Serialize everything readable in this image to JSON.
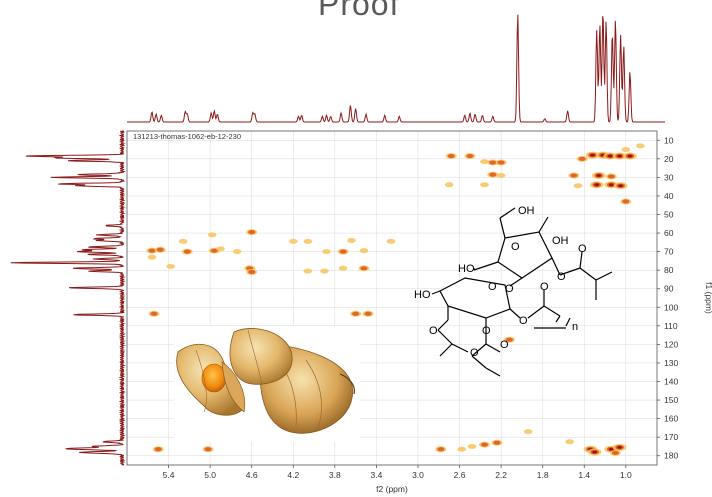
{
  "watermark": "Proof",
  "spectrum_id": "131213-thomas-1062-eb-12-230",
  "colors": {
    "trace": "#8b1a1a",
    "peak_outer": "#f7c35a",
    "peak_mid": "#e0672a",
    "peak_core": "#9b1010",
    "frame": "#555555",
    "grid": "#d8d8d8"
  },
  "chart_data": {
    "type": "heatmap",
    "subtype": "2D NMR (HMBC-style) correlation spectrum",
    "xlabel": "f2 (ppm)",
    "ylabel": "f1 (ppm)",
    "xlim": [
      5.8,
      0.7
    ],
    "ylim": [
      5,
      185
    ],
    "x_reversed": true,
    "x_ticks": [
      5.4,
      5.0,
      4.6,
      4.2,
      3.8,
      3.4,
      3.0,
      2.6,
      2.2,
      1.8,
      1.4,
      1.0
    ],
    "x_tick_labels": [
      "5.4",
      "5.0",
      "4.6",
      "4.2",
      "3.8",
      "3.4",
      "3.0",
      "2.6",
      "2.2",
      "1.8",
      "1.4",
      "1.0"
    ],
    "y_ticks": [
      10,
      20,
      30,
      40,
      50,
      60,
      70,
      80,
      90,
      100,
      110,
      120,
      130,
      140,
      150,
      160,
      170,
      180
    ],
    "y_tick_labels": [
      "10",
      "20",
      "30",
      "40",
      "50",
      "60",
      "70",
      "80",
      "90",
      "100",
      "110",
      "120",
      "130",
      "140",
      "150",
      "160",
      "170",
      "180"
    ],
    "grid": true,
    "cross_peaks": [
      {
        "x": 2.68,
        "y": 18.5,
        "i": 2
      },
      {
        "x": 2.5,
        "y": 18.5,
        "i": 2
      },
      {
        "x": 2.36,
        "y": 21.5,
        "i": 1
      },
      {
        "x": 2.28,
        "y": 22,
        "i": 2
      },
      {
        "x": 2.2,
        "y": 22,
        "i": 2
      },
      {
        "x": 2.28,
        "y": 28.5,
        "i": 2
      },
      {
        "x": 2.2,
        "y": 29,
        "i": 1
      },
      {
        "x": 2.36,
        "y": 34,
        "i": 1
      },
      {
        "x": 2.7,
        "y": 34,
        "i": 1
      },
      {
        "x": 1.32,
        "y": 18,
        "i": 3
      },
      {
        "x": 1.22,
        "y": 18,
        "i": 3
      },
      {
        "x": 1.15,
        "y": 18.5,
        "i": 3
      },
      {
        "x": 1.06,
        "y": 18.5,
        "i": 3
      },
      {
        "x": 0.96,
        "y": 18.5,
        "i": 3
      },
      {
        "x": 1.42,
        "y": 20,
        "i": 2
      },
      {
        "x": 1.0,
        "y": 15,
        "i": 1
      },
      {
        "x": 0.86,
        "y": 13,
        "i": 1
      },
      {
        "x": 1.5,
        "y": 29,
        "i": 2
      },
      {
        "x": 1.26,
        "y": 29,
        "i": 3
      },
      {
        "x": 1.14,
        "y": 29.5,
        "i": 2
      },
      {
        "x": 1.28,
        "y": 34,
        "i": 3
      },
      {
        "x": 1.14,
        "y": 34,
        "i": 3
      },
      {
        "x": 1.05,
        "y": 34.5,
        "i": 3
      },
      {
        "x": 1.46,
        "y": 34.5,
        "i": 1
      },
      {
        "x": 1.0,
        "y": 43,
        "i": 2
      },
      {
        "x": 4.98,
        "y": 61,
        "i": 1
      },
      {
        "x": 4.6,
        "y": 59.5,
        "i": 2
      },
      {
        "x": 5.56,
        "y": 69.5,
        "i": 2
      },
      {
        "x": 5.48,
        "y": 69,
        "i": 2
      },
      {
        "x": 5.22,
        "y": 70,
        "i": 2
      },
      {
        "x": 5.26,
        "y": 64.5,
        "i": 1
      },
      {
        "x": 4.96,
        "y": 69.5,
        "i": 2
      },
      {
        "x": 4.9,
        "y": 68.5,
        "i": 1
      },
      {
        "x": 4.74,
        "y": 70,
        "i": 1
      },
      {
        "x": 4.2,
        "y": 64.5,
        "i": 1
      },
      {
        "x": 4.06,
        "y": 64.5,
        "i": 1
      },
      {
        "x": 3.88,
        "y": 70,
        "i": 1
      },
      {
        "x": 3.72,
        "y": 70,
        "i": 2
      },
      {
        "x": 3.64,
        "y": 64,
        "i": 1
      },
      {
        "x": 3.52,
        "y": 69.5,
        "i": 1
      },
      {
        "x": 3.26,
        "y": 64.5,
        "i": 1
      },
      {
        "x": 5.56,
        "y": 73,
        "i": 1
      },
      {
        "x": 5.38,
        "y": 78,
        "i": 1
      },
      {
        "x": 4.62,
        "y": 79,
        "i": 2
      },
      {
        "x": 4.6,
        "y": 81,
        "i": 2
      },
      {
        "x": 3.72,
        "y": 79,
        "i": 1
      },
      {
        "x": 3.52,
        "y": 79,
        "i": 2
      },
      {
        "x": 4.06,
        "y": 80.5,
        "i": 1
      },
      {
        "x": 3.9,
        "y": 80.5,
        "i": 1
      },
      {
        "x": 5.54,
        "y": 103.5,
        "i": 2
      },
      {
        "x": 3.6,
        "y": 103.5,
        "i": 2
      },
      {
        "x": 3.48,
        "y": 103.5,
        "i": 2
      },
      {
        "x": 2.12,
        "y": 117.5,
        "i": 2
      },
      {
        "x": 5.5,
        "y": 176.5,
        "i": 2
      },
      {
        "x": 5.02,
        "y": 176.5,
        "i": 2
      },
      {
        "x": 2.78,
        "y": 176.5,
        "i": 2
      },
      {
        "x": 2.58,
        "y": 176.5,
        "i": 1
      },
      {
        "x": 2.48,
        "y": 175,
        "i": 1
      },
      {
        "x": 2.36,
        "y": 174,
        "i": 2
      },
      {
        "x": 2.24,
        "y": 173,
        "i": 2
      },
      {
        "x": 1.94,
        "y": 167,
        "i": 1
      },
      {
        "x": 1.54,
        "y": 172.5,
        "i": 1
      },
      {
        "x": 1.34,
        "y": 176.5,
        "i": 3
      },
      {
        "x": 1.3,
        "y": 178,
        "i": 3
      },
      {
        "x": 1.14,
        "y": 176.5,
        "i": 3
      },
      {
        "x": 1.06,
        "y": 175.5,
        "i": 3
      },
      {
        "x": 1.1,
        "y": 178.5,
        "i": 2
      }
    ],
    "f2_projection_peaks": [
      {
        "x": 5.56,
        "h": 0.09
      },
      {
        "x": 5.52,
        "h": 0.07
      },
      {
        "x": 5.47,
        "h": 0.06
      },
      {
        "x": 5.24,
        "h": 0.09
      },
      {
        "x": 5.22,
        "h": 0.07
      },
      {
        "x": 4.99,
        "h": 0.08
      },
      {
        "x": 4.96,
        "h": 0.1
      },
      {
        "x": 4.93,
        "h": 0.07
      },
      {
        "x": 4.59,
        "h": 0.08
      },
      {
        "x": 4.57,
        "h": 0.07
      },
      {
        "x": 4.15,
        "h": 0.05
      },
      {
        "x": 4.12,
        "h": 0.06
      },
      {
        "x": 3.92,
        "h": 0.05
      },
      {
        "x": 3.88,
        "h": 0.06
      },
      {
        "x": 3.84,
        "h": 0.05
      },
      {
        "x": 3.74,
        "h": 0.08
      },
      {
        "x": 3.65,
        "h": 0.15
      },
      {
        "x": 3.6,
        "h": 0.12
      },
      {
        "x": 3.5,
        "h": 0.07
      },
      {
        "x": 3.32,
        "h": 0.06
      },
      {
        "x": 3.18,
        "h": 0.05
      },
      {
        "x": 2.55,
        "h": 0.06
      },
      {
        "x": 2.5,
        "h": 0.08
      },
      {
        "x": 2.45,
        "h": 0.07
      },
      {
        "x": 2.38,
        "h": 0.06
      },
      {
        "x": 2.28,
        "h": 0.05
      },
      {
        "x": 2.04,
        "h": 0.97
      },
      {
        "x": 1.78,
        "h": 0.03
      },
      {
        "x": 1.56,
        "h": 0.1
      },
      {
        "x": 1.28,
        "h": 0.82
      },
      {
        "x": 1.25,
        "h": 0.88
      },
      {
        "x": 1.22,
        "h": 1.0
      },
      {
        "x": 1.19,
        "h": 0.9
      },
      {
        "x": 1.13,
        "h": 0.8
      },
      {
        "x": 1.1,
        "h": 0.92
      },
      {
        "x": 1.05,
        "h": 0.78
      },
      {
        "x": 1.02,
        "h": 0.68
      },
      {
        "x": 0.96,
        "h": 0.45
      }
    ],
    "f1_projection_peaks": [
      {
        "y": 18.5,
        "h": 0.88
      },
      {
        "y": 19.5,
        "h": 0.6
      },
      {
        "y": 21,
        "h": 0.5
      },
      {
        "y": 28.5,
        "h": 0.4
      },
      {
        "y": 30,
        "h": 0.62
      },
      {
        "y": 33.5,
        "h": 0.56
      },
      {
        "y": 34.5,
        "h": 0.4
      },
      {
        "y": 56,
        "h": 0.15
      },
      {
        "y": 61,
        "h": 0.22
      },
      {
        "y": 63,
        "h": 0.25
      },
      {
        "y": 64,
        "h": 0.22
      },
      {
        "y": 67.5,
        "h": 0.3
      },
      {
        "y": 69,
        "h": 0.35
      },
      {
        "y": 70,
        "h": 0.4
      },
      {
        "y": 71.5,
        "h": 0.3
      },
      {
        "y": 74,
        "h": 0.25
      },
      {
        "y": 76,
        "h": 1.0
      },
      {
        "y": 79,
        "h": 0.45
      },
      {
        "y": 80.5,
        "h": 0.3
      },
      {
        "y": 89.5,
        "h": 0.48
      },
      {
        "y": 104,
        "h": 0.45
      },
      {
        "y": 172.5,
        "h": 0.18
      },
      {
        "y": 175,
        "h": 0.28
      },
      {
        "y": 176,
        "h": 0.32
      },
      {
        "y": 176.5,
        "h": 0.35
      },
      {
        "y": 178,
        "h": 0.25
      },
      {
        "y": 178.5,
        "h": 0.22
      }
    ]
  },
  "structure": {
    "labels": {
      "oh_top": "OH",
      "oh_right": "OH",
      "ho_mid": "HO",
      "ho_left": "HO",
      "o_ring5": "O",
      "o_ester_r": "O",
      "o_carb_r": "O",
      "o_link": "O",
      "o_ring6": "O",
      "o_ester_l": "O",
      "o_carb_l": "O",
      "o_ester_b": "O",
      "o_carb_b": "O",
      "o_chain": "O",
      "o_chain_carb": "O",
      "n_sub": "n"
    }
  },
  "photo": {
    "name": "physalis-fruits"
  }
}
